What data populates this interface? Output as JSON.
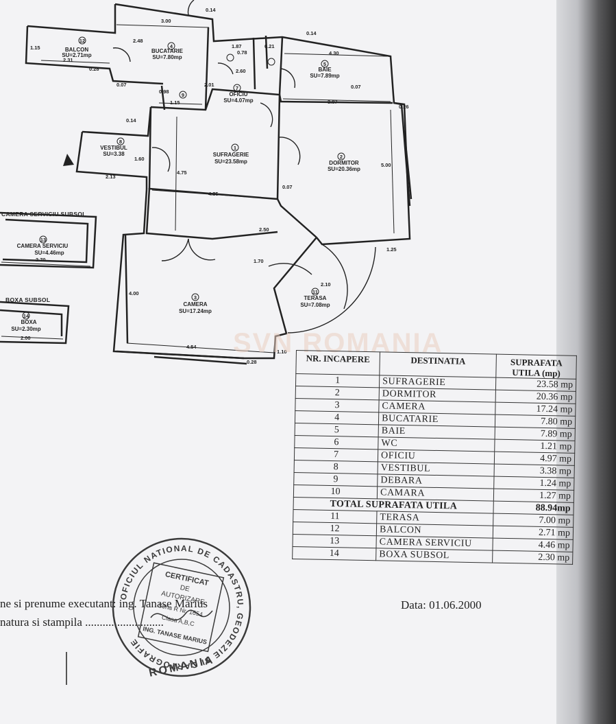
{
  "rooms": [
    {
      "id": "12",
      "name": "BALCON",
      "area": "SU=2.71mp"
    },
    {
      "id": "4",
      "name": "BUCATARIE",
      "area": "SU=7.80mp"
    },
    {
      "id": "5",
      "name": "BAIE",
      "area": "SU=7.89mp"
    },
    {
      "id": "7",
      "name": "OFICIU",
      "area": "SU=4.07mp"
    },
    {
      "id": "9",
      "name": "",
      "area": ""
    },
    {
      "id": "8",
      "name": "VESTIBUL",
      "area": "SU=3.38"
    },
    {
      "id": "1",
      "name": "SUFRAGERIE",
      "area": "SU=23.58mp"
    },
    {
      "id": "2",
      "name": "DORMITOR",
      "area": "SU=20.36mp"
    },
    {
      "id": "3",
      "name": "CAMERA",
      "area": "SU=17.24mp"
    },
    {
      "id": "11",
      "name": "TERASA",
      "area": "SU=7.08mp"
    },
    {
      "id": "13",
      "name": "CAMERA SERVICIU",
      "area": "SU=4.46mp"
    },
    {
      "id": "14",
      "name": "BOXA",
      "area": "SU=2.30mp"
    }
  ],
  "section_labels": {
    "camera_serviciu_subsol": "CAMERA SERVICIU SUBSOL",
    "boxa_subsol": "BOXA SUBSOL"
  },
  "dimensions": [
    "0.14",
    "3.00",
    "2.48",
    "1.15",
    "2.31",
    "0.28",
    "0.07",
    "1.87",
    "0.78",
    "0.21",
    "0.14",
    "4.30",
    "0.07",
    "3.87",
    "0.26",
    "2.60",
    "2.01",
    "0.98",
    "1.15",
    "0.14",
    "1.60",
    "2.13",
    "4.75",
    "4.35",
    "0.07",
    "5.00",
    "2.50",
    "1.25",
    "1.70",
    "2.10",
    "4.00",
    "4.54",
    "1.10",
    "0.28",
    "2.70",
    "2.00"
  ],
  "table": {
    "headers": {
      "nr": "NR. INCAPERE",
      "destinatia": "DESTINATIA",
      "suprafata": "SUPRAFATA UTILA (mp)"
    },
    "rows": [
      {
        "nr": "1",
        "name": "SUFRAGERIE",
        "area": "23.58 mp"
      },
      {
        "nr": "2",
        "name": "DORMITOR",
        "area": "20.36 mp"
      },
      {
        "nr": "3",
        "name": "CAMERA",
        "area": "17.24 mp"
      },
      {
        "nr": "4",
        "name": "BUCATARIE",
        "area": "7.80 mp"
      },
      {
        "nr": "5",
        "name": "BAIE",
        "area": "7.89 mp"
      },
      {
        "nr": "6",
        "name": "WC",
        "area": "1.21 mp"
      },
      {
        "nr": "7",
        "name": "OFICIU",
        "area": "4.97 mp"
      },
      {
        "nr": "8",
        "name": "VESTIBUL",
        "area": "3.38 mp"
      },
      {
        "nr": "9",
        "name": "DEBARA",
        "area": "1.24 mp"
      },
      {
        "nr": "10",
        "name": "CAMARA",
        "area": "1.27 mp"
      }
    ],
    "total_label": "TOTAL SUPRAFATA UTILA",
    "total_value": "88.94mp",
    "extra_rows": [
      {
        "nr": "11",
        "name": "TERASA",
        "area": "7.00 mp"
      },
      {
        "nr": "12",
        "name": "BALCON",
        "area": "2.71 mp"
      },
      {
        "nr": "13",
        "name": "CAMERA SERVICIU",
        "area": "4.46 mp"
      },
      {
        "nr": "14",
        "name": "BOXA SUBSOL",
        "area": "2.30 mp"
      }
    ]
  },
  "footer": {
    "line1": "ne si prenume executant: ing. Tanase Marius",
    "line2": "natura si stampila ...........................",
    "date": "Data: 01.06.2000"
  },
  "stamp": {
    "ring_text": "OFICIUL NATIONAL DE CADASTRU, GEODEZIE SI CARTOGRAFIE",
    "bottom": "ROMANIA",
    "center_lines": [
      "CERTIFICAT",
      "DE",
      "AUTORIZARE",
      "Seria R Nr. 1654",
      "Clasa A,B,C",
      "ING. TANASE MARIUS"
    ]
  },
  "watermark": "SVN ROMANIA",
  "colors": {
    "ink": "#222222",
    "paper": "#f3f3f5",
    "watermark": "#e9c9b9"
  }
}
